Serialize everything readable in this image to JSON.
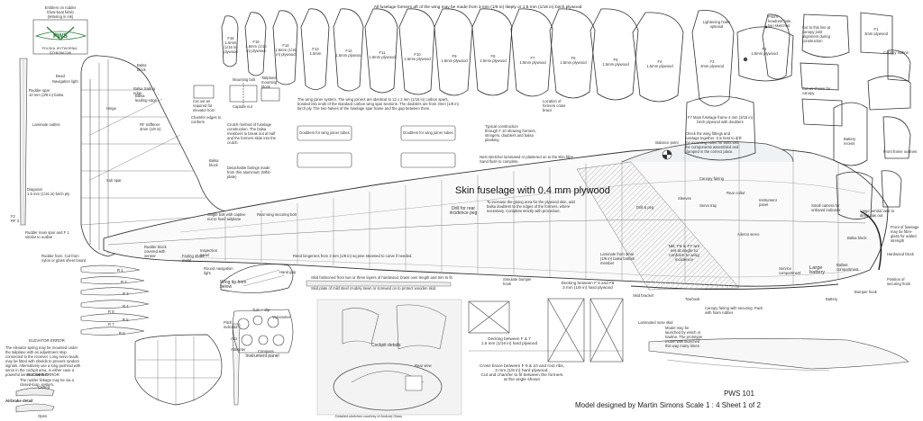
{
  "header_note": "All fuselage formers aft of the wing may be made from 3 mm (1/8 in) liteply or 1.5 mm (1/16 in) birch plywood",
  "skin_title": "Skin fuselage with 0.4 mm plywood",
  "footer": {
    "model": "PWS  101",
    "designer": "Model designed by Martin Simons Scale 1 : 4 Sheet 1 of 2"
  },
  "emblem": {
    "box_label": "Emblem on rudder\nGlow-boat fabric\n(lettering in ink)",
    "ring_text": "POLSKA WYTWORNIA SZYBOWCOW",
    "big_letters": "PWS"
  },
  "rudder_notes": [
    "Bead",
    "Navigation light",
    "Balsa block",
    "Balsa trailing edge",
    "Balsa leading edge",
    "Rudder spar\n10 mm (3/8 in) balsa",
    "Laminate outline",
    "Diagonal\n1.5 mm (1/16 in) birch ply",
    "Rudder main spar and F 1\nsimilar to outline",
    "Rudder horn. Cut from\nnylon or glass sheet board",
    "F2\nRF 3",
    "Hinge",
    "RF Stiffener\n3mm (1/8 in)",
    "Sub spar",
    "Balsa block"
  ],
  "mid_notes": [
    "Cut out as required for elevator horn",
    "Chamfer edges to conform",
    "Mounting bolt",
    "Capture nut",
    "Tailplane mounting block",
    "Crutch method of fuselage construction. The balsa members to break out at half and the formers slide into the crutch.",
    "Detachable fairings made from thin aluminium (Whit-plate)",
    "Single bolt with captive nut to fixed tailplane",
    "Rudder block covered with veneer",
    "Fairing sheet metal",
    "Inspection panel",
    "Round navigation light",
    "Wing tip from below",
    "Hand grip",
    "Rear wing securing bolt"
  ],
  "wing_joiner_note": "The wing joiner system. The wing joiners are identical to 12 x 2 mm (1/16 in) carbon spars, bonded into ends of the standard carbon wing spar sections. The doublers are from 3mm (1/8 in) birch ply. The two halves of the fuselage spar frame and the gap between them.",
  "doublers": [
    "Doublers for wing joiner tubes",
    "Doublers for wing joiner tubes"
  ],
  "former_labels": [
    "F16\n1.5mm (1/16 in) plywood",
    "F15\n1.5mm (1/16 in) plywood",
    "F14\n1.5mm (1/16 in) plywood",
    "F13\n1.5mm",
    "F12\n1.5mm plywood",
    "F11\n1.5mm plywood",
    "F10\n1.5mm plywood",
    "F9\n1.5mm plywood",
    "F8\n1.5mm plywood",
    "F7\n1.5mm plywood",
    "F6\n1.5mm plywood",
    "F5\n1.5mm plywood",
    "F4\n1.5mm plywood",
    "F3\n3mm plywood",
    "F2\n1.5mm plywood",
    "F1\n3mm plywood"
  ],
  "right_notes": [
    "Lightening holes optional",
    "Location of formers cross brace",
    "Check the wing fittings and fuselage together. It is best to drill the mounting holes for bolts with the components assembled and clamped in the correct place.",
    "F7 Main fuselage frame 4 mm (3/16 in) birch plywood with doublers",
    "Pilot's headrest hole, two sketches",
    "Cut to this line at canopy joint alignment during construction",
    "Canopy outline",
    "Front frame outlines",
    "Battery recess",
    "Cut as shown for canopy",
    "Large battery",
    "Ballast compartment",
    "Small camera for onboard indicator",
    "Large ventral vent to direct gas out",
    "Front of fuselage may be fibre-glass for added strength",
    "Hardwood block",
    "Position of securing hook",
    "Balsa block",
    "Bumper hook",
    "Battery",
    "Service compartment",
    "Skid bracket",
    "Towhook",
    "Laminated nose skid",
    "Servo tray",
    "Aileron servo",
    "Instrument panel"
  ],
  "centre_notes": [
    "Typical construction\nthrough F 10 showing formers,\nstringers, doublers and balsa planking",
    "Nest stretcher laminated or plastered on to the skin fibre. Sand flush to complete.",
    "Drill for rear incidence peg",
    "To increase the gluing area for the plywood skin, add balsa doublers to the edges of the formers, where necessary. Complete strictly with procedure.",
    "Reed longerons from 3 mm (1/8 in) sq pine steamed to curve if needed.",
    "Skid fashioned from two or three layers of hardwood, brass over length and trim to fit.",
    "Skid plate of mild steel crudely sewn or screwed on to protect wooden skid.",
    "Simulate bumper hook",
    "Decking between F 6 and F8\n3 mm (1/8 in) hard plywood",
    "Decking between F & 7\n1.5 mm (1/16 in) hard plywood",
    "Cross brace between F 9 & 10 and root ribs,\n3 mm (1/8 in) hard plywood.\nCut and chamfer to fit between the formers\nat the angle shown",
    "NB: F6 & F7 are set at angle to conform to wing incidence",
    "Balance point",
    "Sleeves",
    "Drill & peg",
    "Rear collar",
    "Canopy fairing",
    "Model may be launched by winch or towline. The prototype model was launched this way many times.",
    "Canopy fairing with securing. Pack with foam rubber",
    "Laminate from 3mm (1/8 in) balsa bottom member"
  ],
  "elevator_notes": [
    "ELEVATOR ERROR",
    "The elevator spring may be mounted under the tailplane with an adjustment stop connected to the receiver. Long servo leads may be fitted with shields to prevent random signals. Alternatively use a long pushrod with servo in the cockpit area, in either case a powerful servo is needed.",
    "RUDDER ERROR",
    "The rudder linkage may be via a closed-loop, system.",
    "Closed",
    "Open",
    "Airbrake detail",
    "Rear view",
    "R 1",
    "R 2",
    "R 3",
    "R 4",
    "R 5",
    "R 6",
    "R 7",
    "R 8"
  ],
  "instruments": {
    "title": "Instrument panel",
    "items": [
      "Turn + slip",
      "Variometer",
      "Pitch indicator",
      "ASI",
      "Altimeter",
      "Compass"
    ],
    "cockpit": "Cockpit details",
    "sketch_credit": "Detailed sketches courtesy of Andrzej Glass"
  }
}
